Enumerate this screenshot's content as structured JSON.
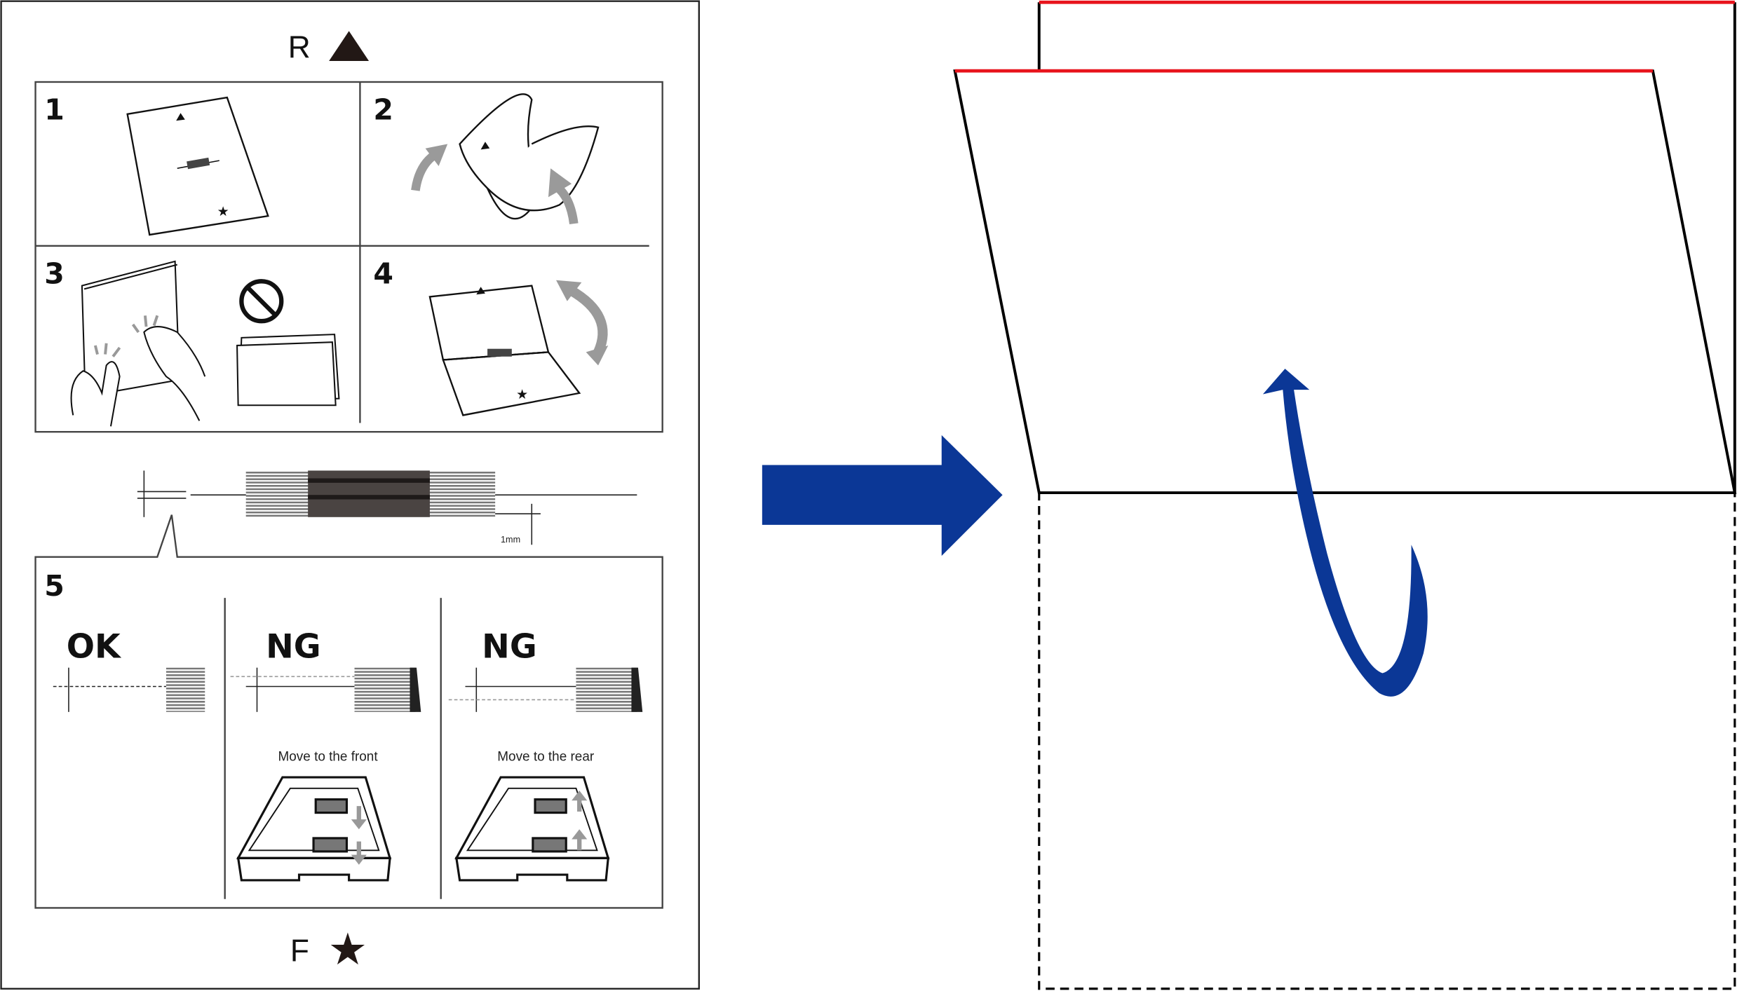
{
  "instruction_sheet": {
    "top_label": "R",
    "top_symbol": "triangle",
    "bottom_label": "F",
    "bottom_symbol": "star",
    "steps": [
      {
        "number": "1"
      },
      {
        "number": "2"
      },
      {
        "number": "3"
      },
      {
        "number": "4"
      },
      {
        "number": "5"
      }
    ],
    "gauge_label": "1mm",
    "step5": {
      "ok_label": "OK",
      "ng_front_label": "NG",
      "ng_rear_label": "NG",
      "front_caption": "Move to the front",
      "rear_caption": "Move to the rear"
    }
  },
  "colors": {
    "arrow_blue": "#0b3796",
    "edge_red": "#e8141c",
    "gray_arrow": "#9a9a9a",
    "line": "#111111"
  }
}
